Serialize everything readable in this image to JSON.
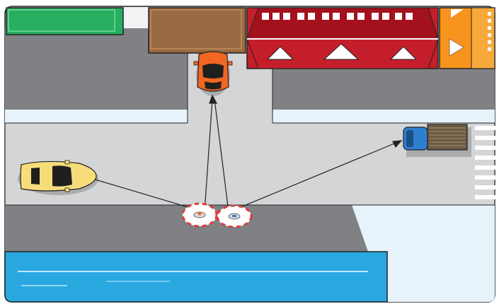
{
  "scene": {
    "kind": "top-down traffic illustration",
    "elements": {
      "cars": [
        {
          "role": "parked-car",
          "color": "#f26522"
        },
        {
          "role": "moving-car",
          "color": "#f7dc7a"
        }
      ],
      "truck": {
        "cab_color": "#2f7fd0",
        "cargo_color": "#6b5a44"
      },
      "drones": {
        "count": 2,
        "ring_colors": [
          "#ffffff",
          "#e03a3a"
        ]
      },
      "buildings": [
        {
          "name": "green-block",
          "color": "#27ae60"
        },
        {
          "name": "brown-block",
          "color": "#9a6a42"
        },
        {
          "name": "red-building",
          "color": "#c41e2a"
        },
        {
          "name": "orange-building",
          "color": "#f7941d"
        }
      ],
      "water": {
        "color": "#29a8e0"
      },
      "crosswalk": {
        "stripes": 7
      }
    },
    "palette": {
      "road": "#d3d5d7",
      "sidewalk": "#7f8184",
      "curb": "#e6f3fb",
      "outline": "#222222"
    }
  }
}
